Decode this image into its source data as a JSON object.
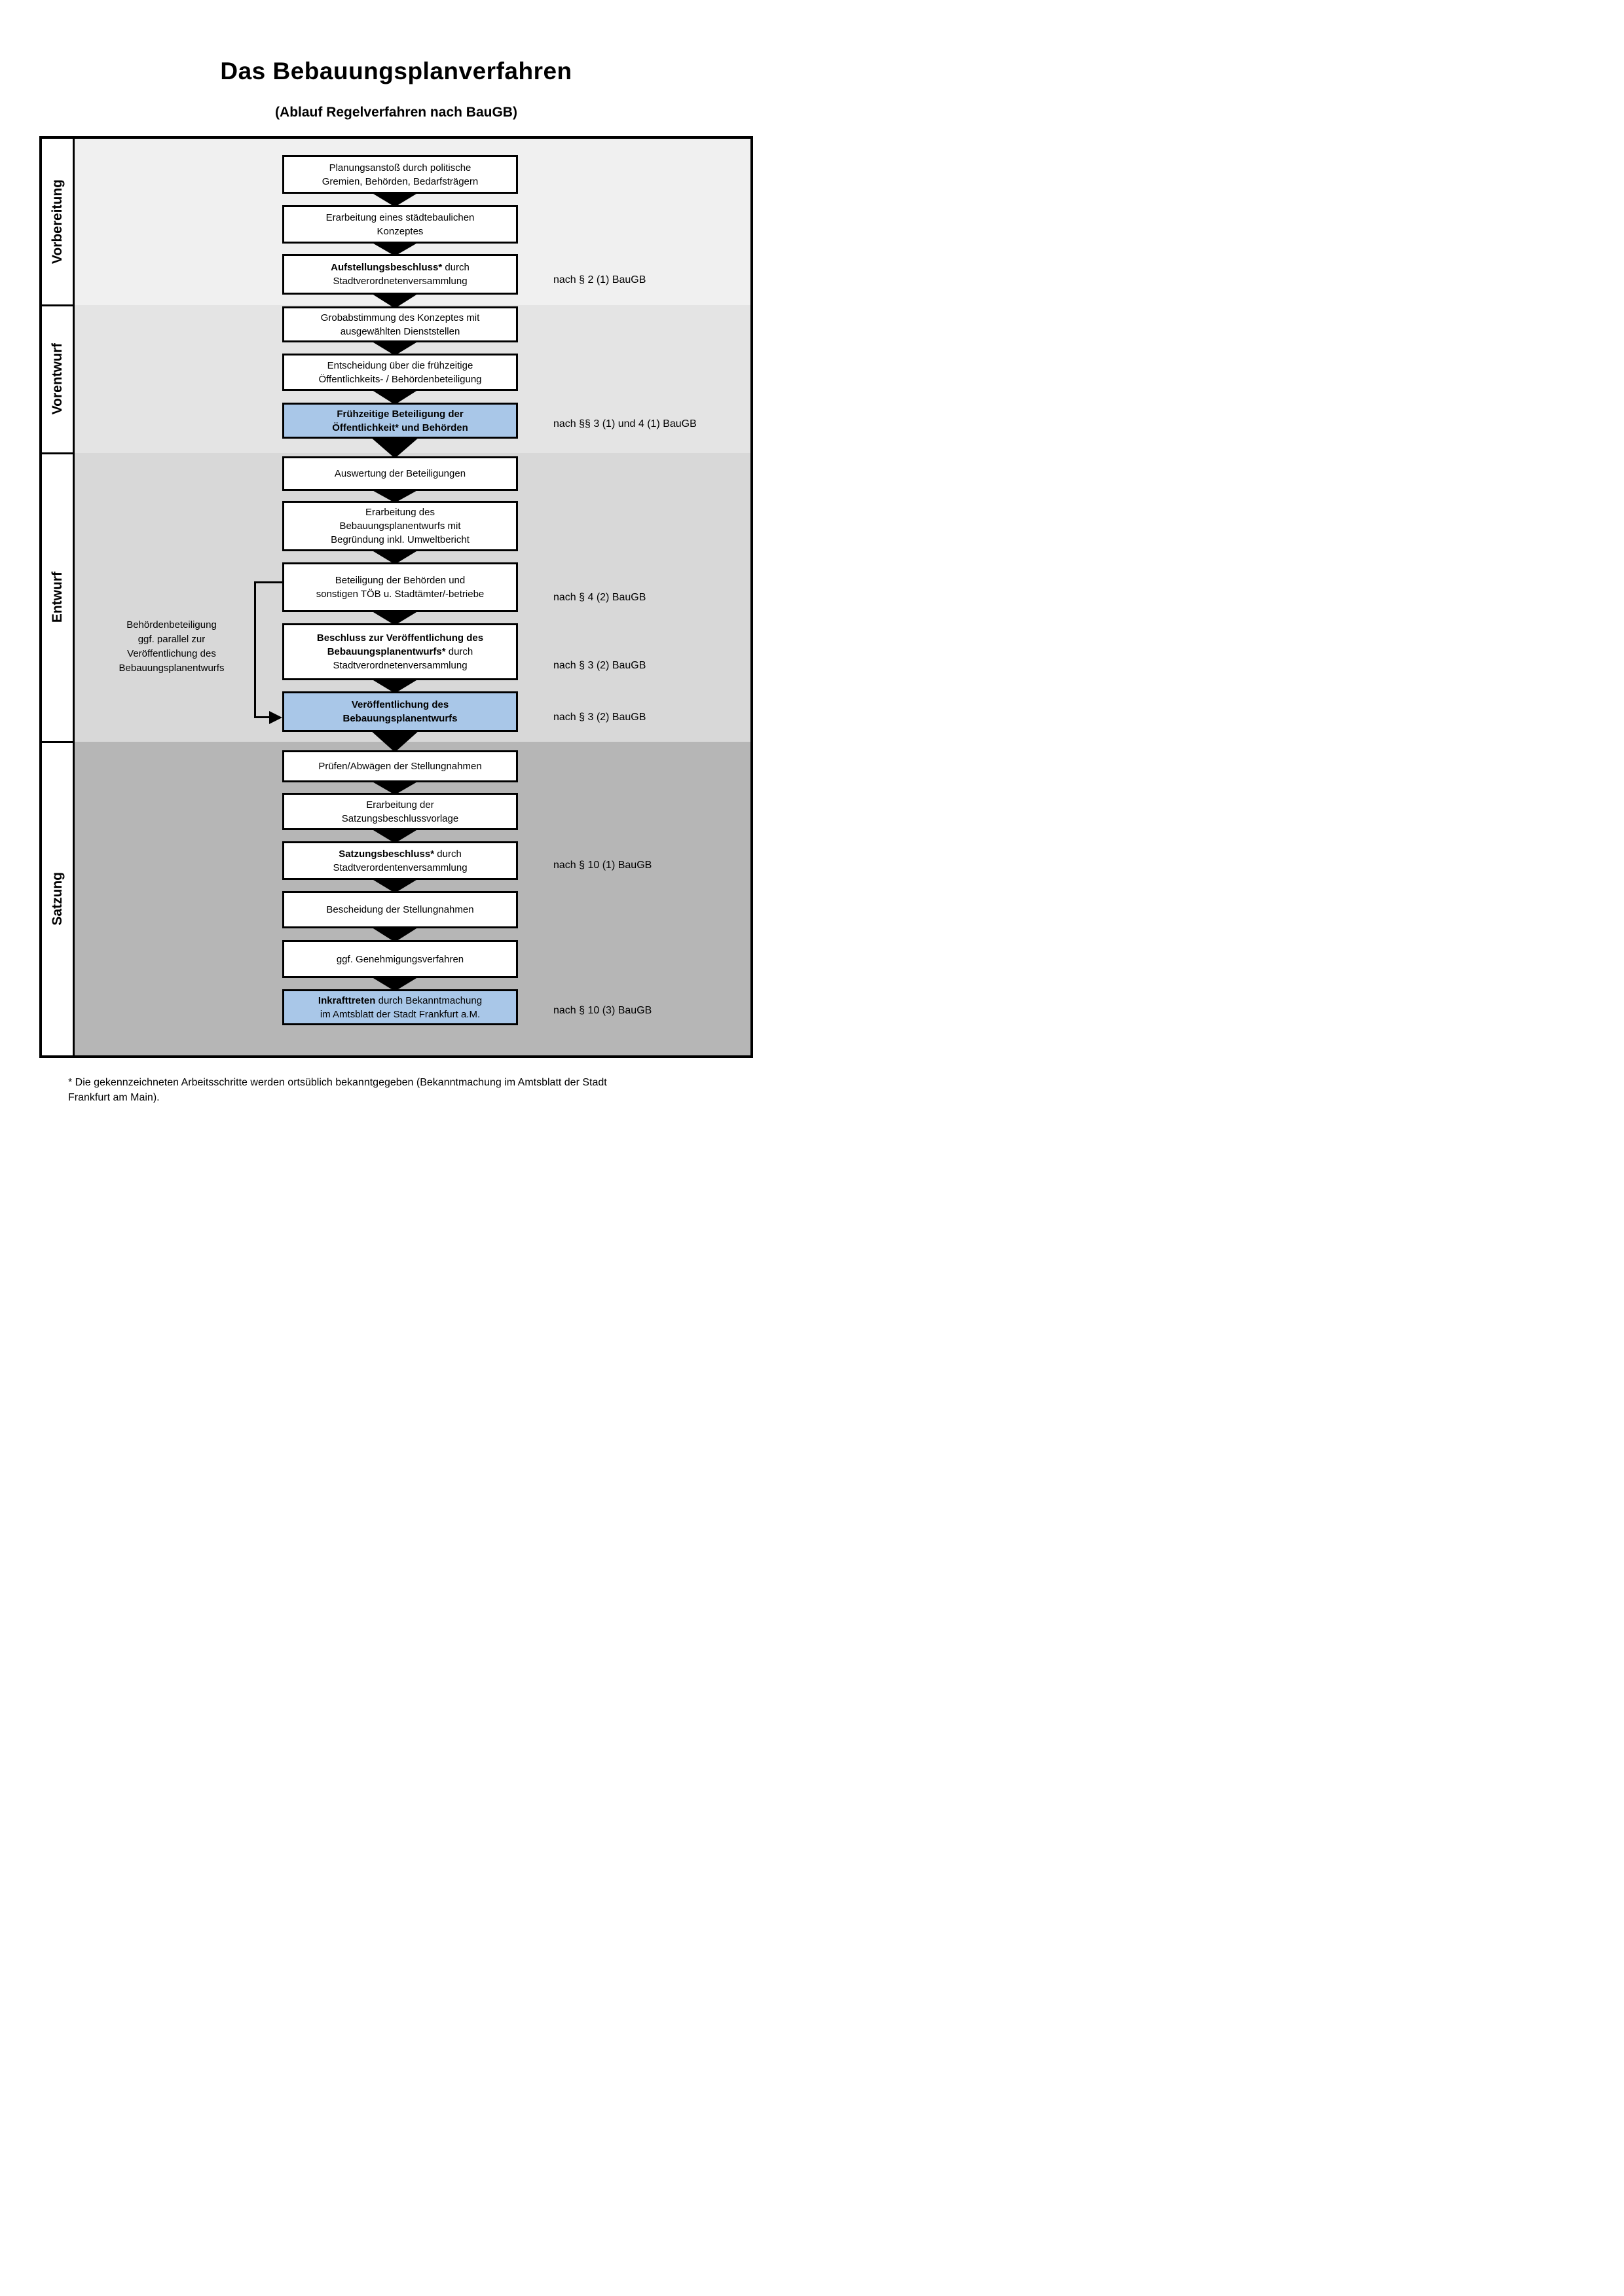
{
  "header": {
    "title": "Das Bebauungsplanverfahren",
    "subtitle": "(Ablauf Regelverfahren nach BauGB)"
  },
  "phases": [
    {
      "label": "Vorbereitung"
    },
    {
      "label": "Vorentwurf"
    },
    {
      "label": "Entwurf"
    },
    {
      "label": "Satzung"
    }
  ],
  "steps": [
    {
      "blue": false,
      "ref": null,
      "lines": [
        [
          {
            "t": "Planungsanstoß durch politische",
            "b": false
          }
        ],
        [
          {
            "t": "Gremien, Behörden, Bedarfsträgern",
            "b": false
          }
        ]
      ]
    },
    {
      "blue": false,
      "ref": null,
      "lines": [
        [
          {
            "t": "Erarbeitung eines städtebaulichen",
            "b": false
          }
        ],
        [
          {
            "t": "Konzeptes",
            "b": false
          }
        ]
      ]
    },
    {
      "blue": false,
      "ref": "nach § 2 (1) BauGB",
      "lines": [
        [
          {
            "t": "Aufstellungsbeschluss*",
            "b": true
          },
          {
            "t": " durch",
            "b": false
          }
        ],
        [
          {
            "t": "Stadtverordnetenversammlung",
            "b": false
          }
        ]
      ]
    },
    {
      "blue": false,
      "ref": null,
      "lines": [
        [
          {
            "t": "Grobabstimmung des Konzeptes mit",
            "b": false
          }
        ],
        [
          {
            "t": "ausgewählten Dienststellen",
            "b": false
          }
        ]
      ]
    },
    {
      "blue": false,
      "ref": null,
      "lines": [
        [
          {
            "t": "Entscheidung über die frühzeitige",
            "b": false
          }
        ],
        [
          {
            "t": "Öffentlichkeits- / Behördenbeteiligung",
            "b": false
          }
        ]
      ]
    },
    {
      "blue": true,
      "ref": "nach §§ 3 (1) und 4 (1) BauGB",
      "lines": [
        [
          {
            "t": "Frühzeitige Beteiligung der",
            "b": true
          }
        ],
        [
          {
            "t": "Öffentlichkeit* und Behörden",
            "b": true
          }
        ]
      ]
    },
    {
      "blue": false,
      "ref": null,
      "lines": [
        [
          {
            "t": "Auswertung der Beteiligungen",
            "b": false
          }
        ]
      ]
    },
    {
      "blue": false,
      "ref": null,
      "lines": [
        [
          {
            "t": "Erarbeitung des",
            "b": false
          }
        ],
        [
          {
            "t": "Bebauungsplanentwurfs mit",
            "b": false
          }
        ],
        [
          {
            "t": "Begründung inkl. Umweltbericht",
            "b": false
          }
        ]
      ]
    },
    {
      "blue": false,
      "ref": "nach § 4 (2) BauGB",
      "lines": [
        [
          {
            "t": "Beteiligung der Behörden und",
            "b": false
          }
        ],
        [
          {
            "t": "sonstigen TÖB u. Stadtämter/-betriebe",
            "b": false
          }
        ]
      ]
    },
    {
      "blue": false,
      "ref": "nach § 3 (2) BauGB",
      "lines": [
        [
          {
            "t": "Beschluss zur Veröffentlichung des",
            "b": true
          }
        ],
        [
          {
            "t": "Bebauungsplanentwurfs*",
            "b": true
          },
          {
            "t": " durch",
            "b": false
          }
        ],
        [
          {
            "t": "Stadtverordnetenversammlung",
            "b": false
          }
        ]
      ]
    },
    {
      "blue": true,
      "ref": "nach § 3 (2) BauGB",
      "lines": [
        [
          {
            "t": "Veröffentlichung des",
            "b": true
          }
        ],
        [
          {
            "t": "Bebauungsplanentwurfs",
            "b": true
          }
        ]
      ]
    },
    {
      "blue": false,
      "ref": null,
      "lines": [
        [
          {
            "t": "Prüfen/Abwägen der Stellungnahmen",
            "b": false
          }
        ]
      ]
    },
    {
      "blue": false,
      "ref": null,
      "lines": [
        [
          {
            "t": "Erarbeitung der",
            "b": false
          }
        ],
        [
          {
            "t": "Satzungsbeschlussvorlage",
            "b": false
          }
        ]
      ]
    },
    {
      "blue": false,
      "ref": "nach § 10 (1) BauGB",
      "lines": [
        [
          {
            "t": "Satzungsbeschluss*",
            "b": true
          },
          {
            "t": " durch",
            "b": false
          }
        ],
        [
          {
            "t": "Stadtverordentenversammlung",
            "b": false
          }
        ]
      ]
    },
    {
      "blue": false,
      "ref": null,
      "lines": [
        [
          {
            "t": "Bescheidung der Stellungnahmen",
            "b": false
          }
        ]
      ]
    },
    {
      "blue": false,
      "ref": null,
      "lines": [
        [
          {
            "t": "ggf. Genehmigungsverfahren",
            "b": false
          }
        ]
      ]
    },
    {
      "blue": true,
      "ref": "nach § 10 (3) BauGB",
      "lines": [
        [
          {
            "t": "Inkrafttreten",
            "b": true
          },
          {
            "t": " durch Bekanntmachung",
            "b": false
          }
        ],
        [
          {
            "t": "im Amtsblatt der Stadt Frankfurt a.M.",
            "b": false
          }
        ]
      ]
    }
  ],
  "side_note": {
    "text": "Behördenbeteiligung\nggf. parallel zur\nVeröffentlichung des\nBebauungsplanentwurfs"
  },
  "footnote": {
    "text": "* Die gekennzeichneten Arbeitsschritte werden ortsüblich bekanntgegeben (Bekanntmachung im Amtsblatt der Stadt\nFrankfurt am Main)."
  },
  "colors": {
    "highlight_blue": "#a9c7e8",
    "section_vorbereitung": "#f0f0f0",
    "section_vorentwurf": "#e4e4e4",
    "section_entwurf": "#d8d8d8",
    "section_satzung": "#b6b6b6"
  }
}
